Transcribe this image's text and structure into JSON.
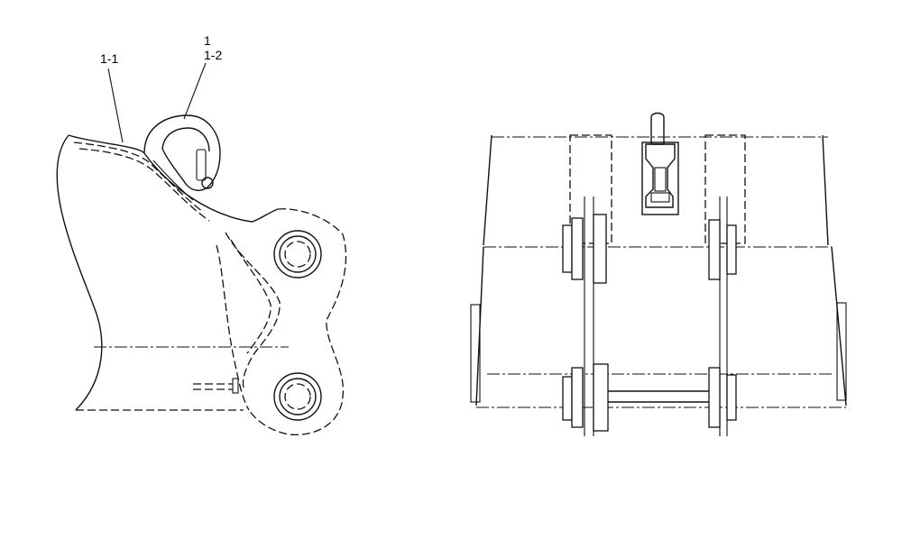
{
  "callouts": {
    "c1": "1-1",
    "c2": "1",
    "c3": "1-2"
  },
  "colors": {
    "line": "#111111",
    "background": "#ffffff"
  }
}
